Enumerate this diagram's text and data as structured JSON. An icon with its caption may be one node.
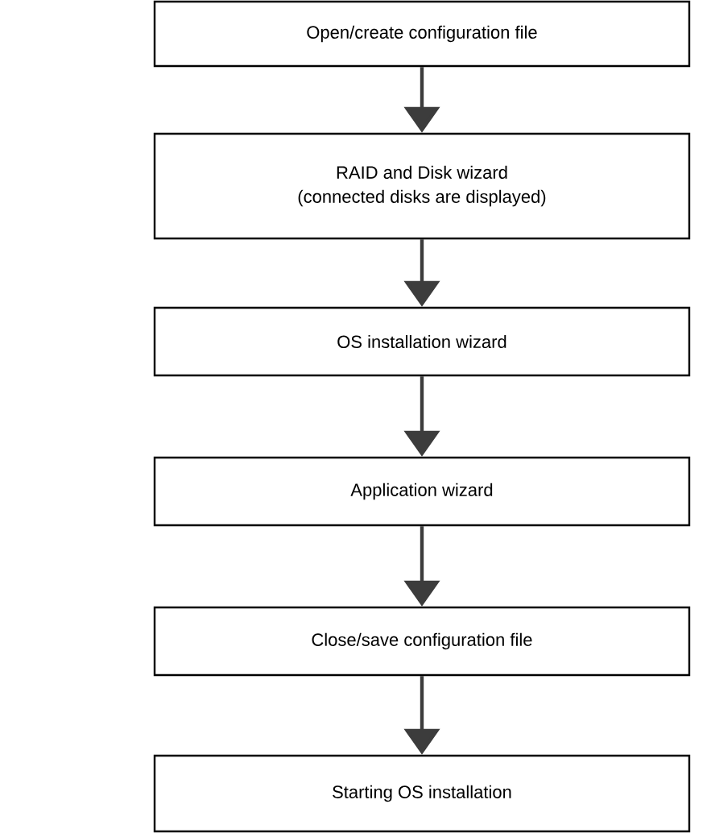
{
  "diagram": {
    "nodes": [
      {
        "text": [
          "Open/create configuration file"
        ]
      },
      {
        "text": [
          "RAID and Disk wizard",
          "(connected disks are displayed)"
        ]
      },
      {
        "text": [
          "OS installation wizard"
        ]
      },
      {
        "text": [
          "Application wizard"
        ]
      },
      {
        "text": [
          "Close/save configuration file"
        ]
      },
      {
        "text": [
          "Starting OS installation"
        ]
      }
    ],
    "edges": [
      {
        "from": 0,
        "to": 1,
        "arrow": "to"
      },
      {
        "from": 1,
        "to": 2,
        "arrow": "to"
      },
      {
        "from": 2,
        "to": 3,
        "arrow": "to"
      },
      {
        "from": 3,
        "to": 4,
        "arrow": "to"
      },
      {
        "from": 4,
        "to": 5,
        "arrow": "to"
      }
    ]
  }
}
